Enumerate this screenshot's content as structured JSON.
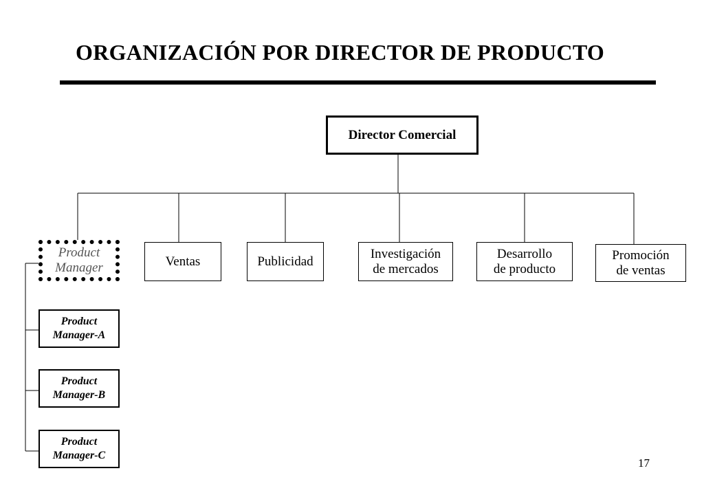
{
  "slide": {
    "title": "ORGANIZACIÓN POR DIRECTOR DE PRODUCTO",
    "page_number": "17"
  },
  "org": {
    "director": "Director Comercial",
    "product_manager": "Product\nManager",
    "departments": [
      "Ventas",
      "Publicidad",
      "Investigación\nde mercados",
      "Desarrollo\nde producto",
      "Promoción\nde ventas"
    ],
    "sub_managers": [
      "Product\nManager-A",
      "Product\nManager-B",
      "Product\nManager-C"
    ]
  }
}
